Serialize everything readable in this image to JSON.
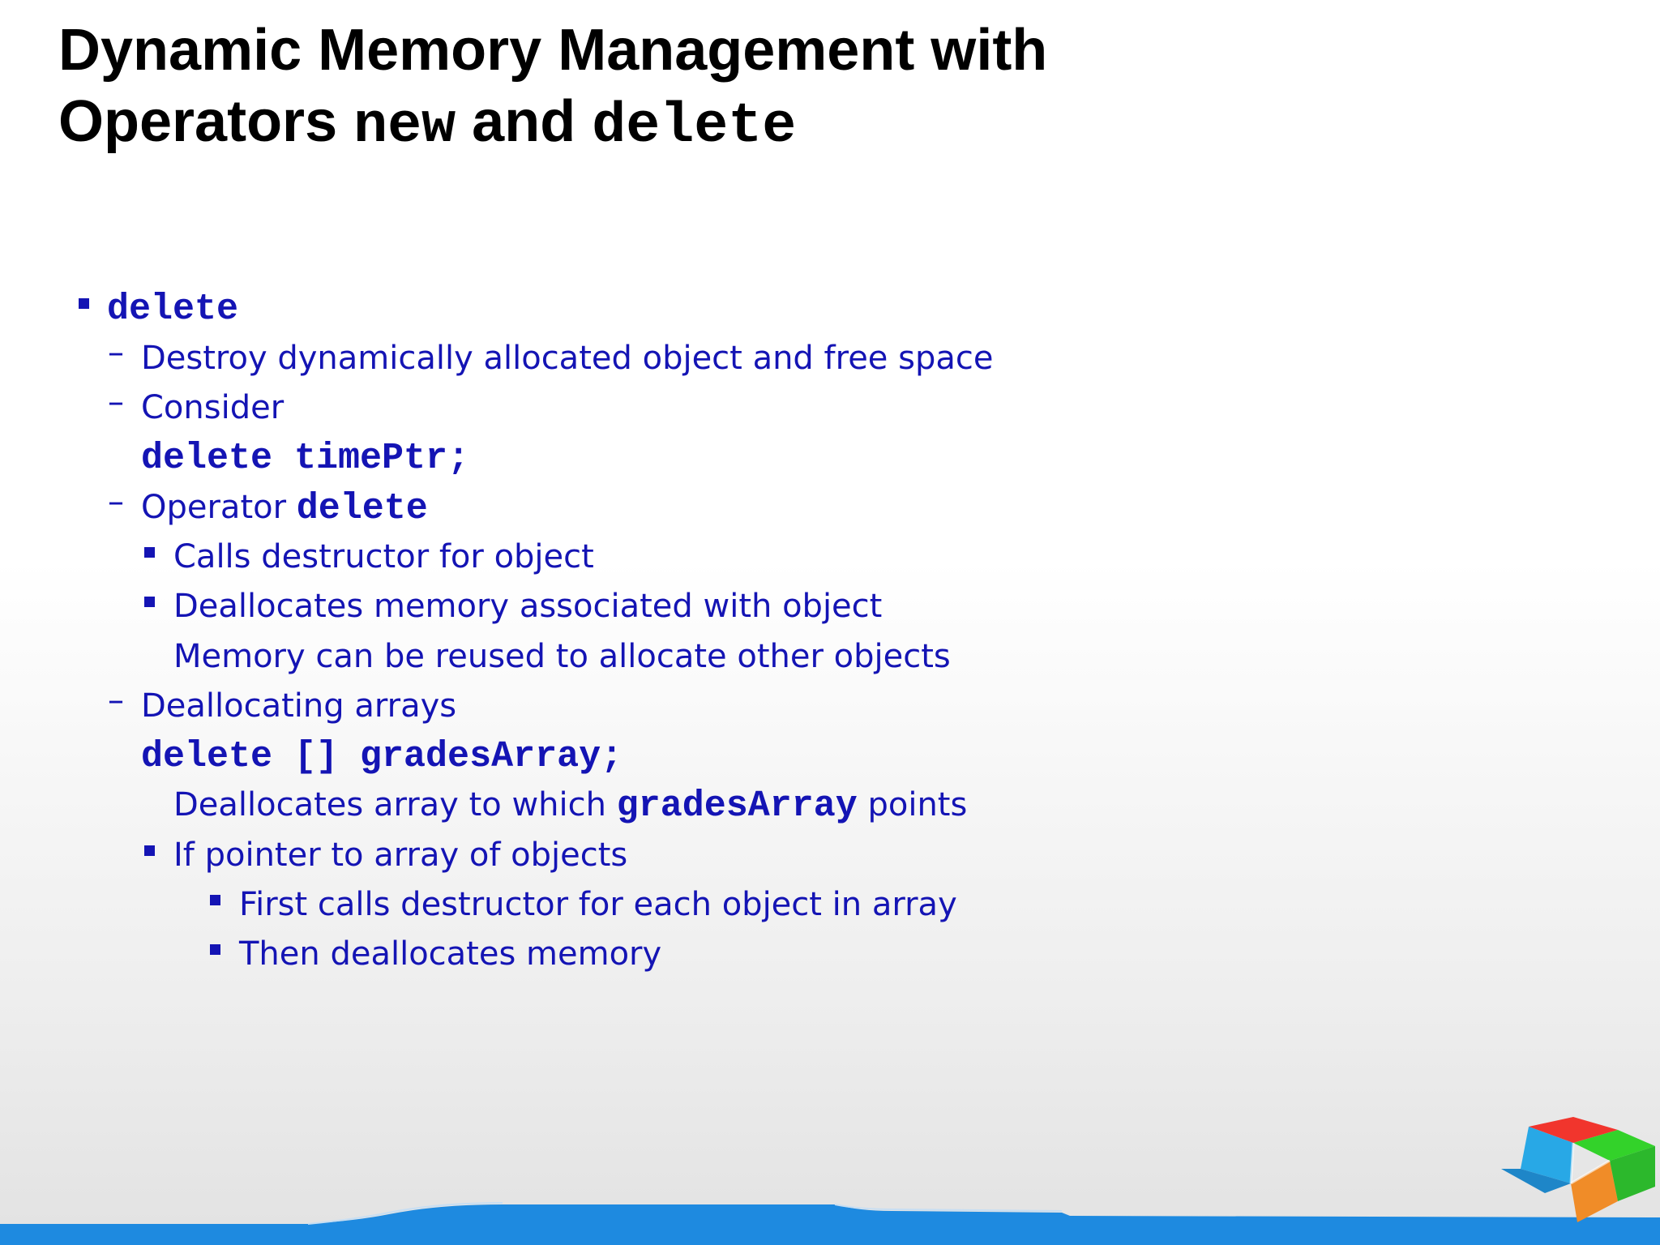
{
  "slide": {
    "title_line1": "Dynamic Memory Management with",
    "title_line2_a": "Operators",
    "title_line2_code1": "new",
    "title_line2_b": "and",
    "title_line2_code2": "delete"
  },
  "content": {
    "l1_code": "delete",
    "l2_text": "Destroy dynamically allocated object and free space",
    "l3_text": "Consider",
    "l4_code": "delete timePtr;",
    "l5_text": "Operator",
    "l5_code": "delete",
    "l6_text": "Calls destructor for object",
    "l7_text": "Deallocates memory associated with object",
    "l8_text": "Memory can be reused to allocate other objects",
    "l9_text": "Deallocating arrays",
    "l10_code": "delete [] gradesArray;",
    "l11_text_a": "Deallocates array to which",
    "l11_code": "gradesArray",
    "l11_text_b": "points",
    "l12_text": "If pointer to array of objects",
    "l13_text": "First calls destructor for each object in array",
    "l14_text": "Then deallocates memory"
  },
  "colors": {
    "body_text": "#1414b4",
    "title_text": "#000000",
    "footer_blue": "#1e8ae0"
  },
  "icons": {
    "logo": "colored-cube-icon"
  }
}
